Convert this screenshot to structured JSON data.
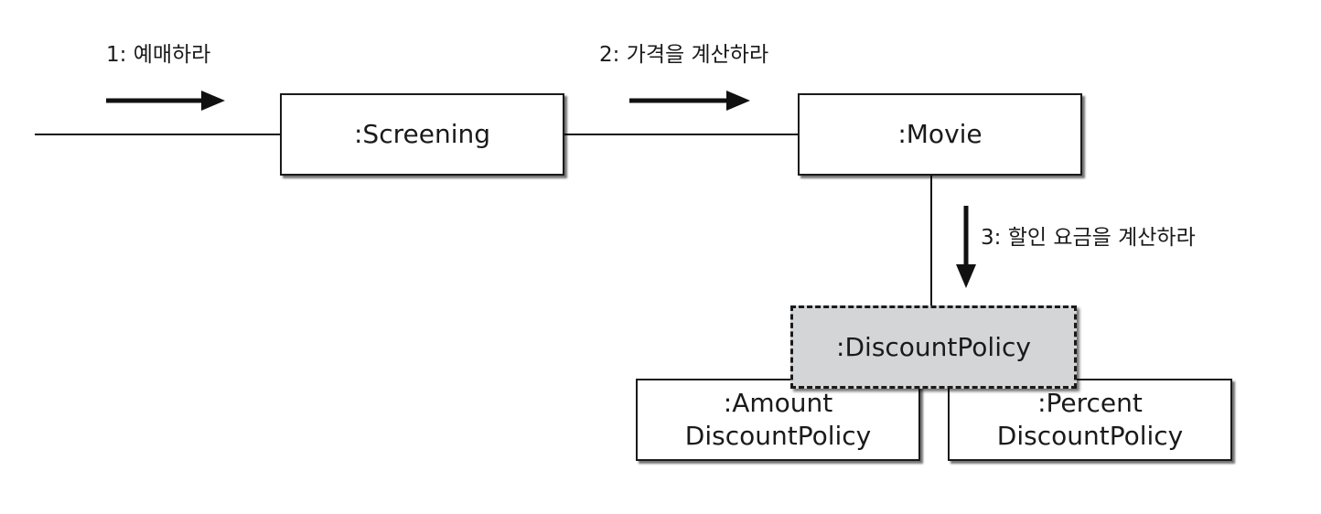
{
  "diagram": {
    "objects": {
      "screening": {
        "label": ":Screening"
      },
      "movie": {
        "label": ":Movie"
      },
      "discount_policy": {
        "label": ":DiscountPolicy"
      },
      "amount_discount_policy": {
        "label": ":Amount\nDiscountPolicy"
      },
      "percent_discount_policy": {
        "label": ":Percent\nDiscountPolicy"
      }
    },
    "messages": [
      {
        "label": "1: 예매하라"
      },
      {
        "label": "2: 가격을 계산하라"
      },
      {
        "label": "3: 할인 요금을 계산하라"
      }
    ]
  }
}
